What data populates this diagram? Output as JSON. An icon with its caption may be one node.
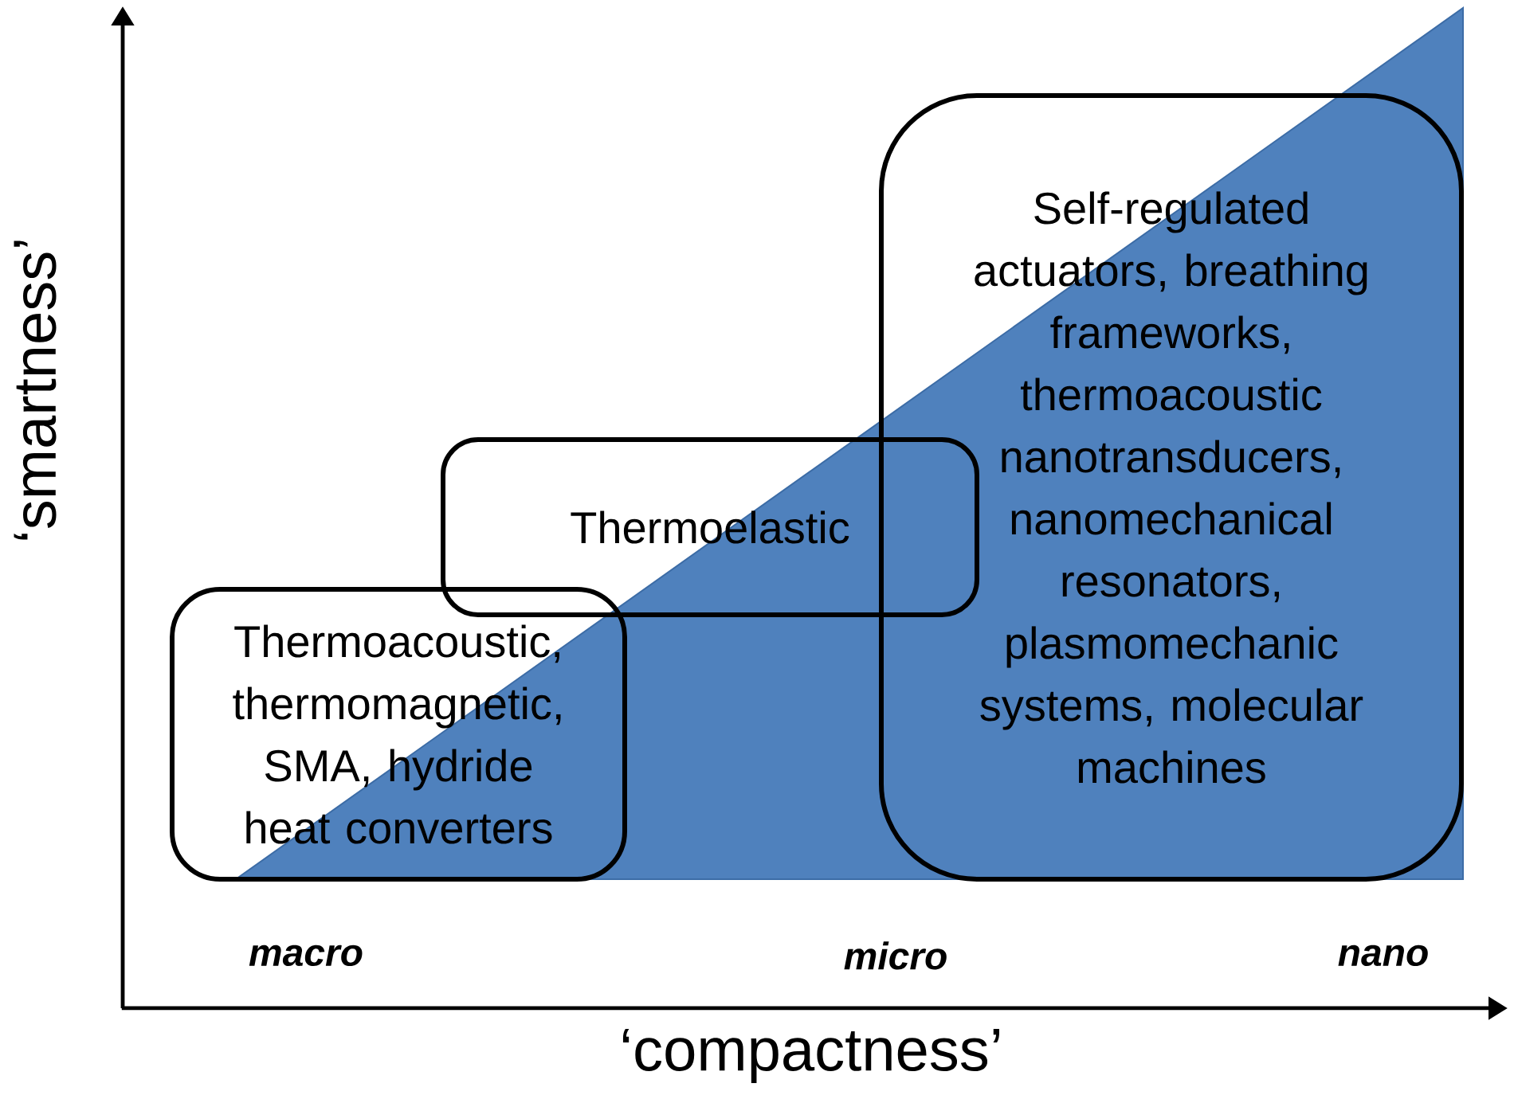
{
  "diagram": {
    "nodes": [
      {
        "text": [
          "Thermoacoustic, thermomagnetic, SMA, hydride heat converters"
        ]
      },
      {
        "text": [
          "Thermoelastic"
        ]
      },
      {
        "text": [
          "Self-regulated actuators, breathing frameworks, thermoacoustic nanotransducers, nanomechanical resonators, plasmomechanic systems, molecular machines"
        ]
      }
    ],
    "labels": [
      "‘smartness’",
      "macro",
      "micro",
      "nano",
      "‘compactness’"
    ]
  }
}
